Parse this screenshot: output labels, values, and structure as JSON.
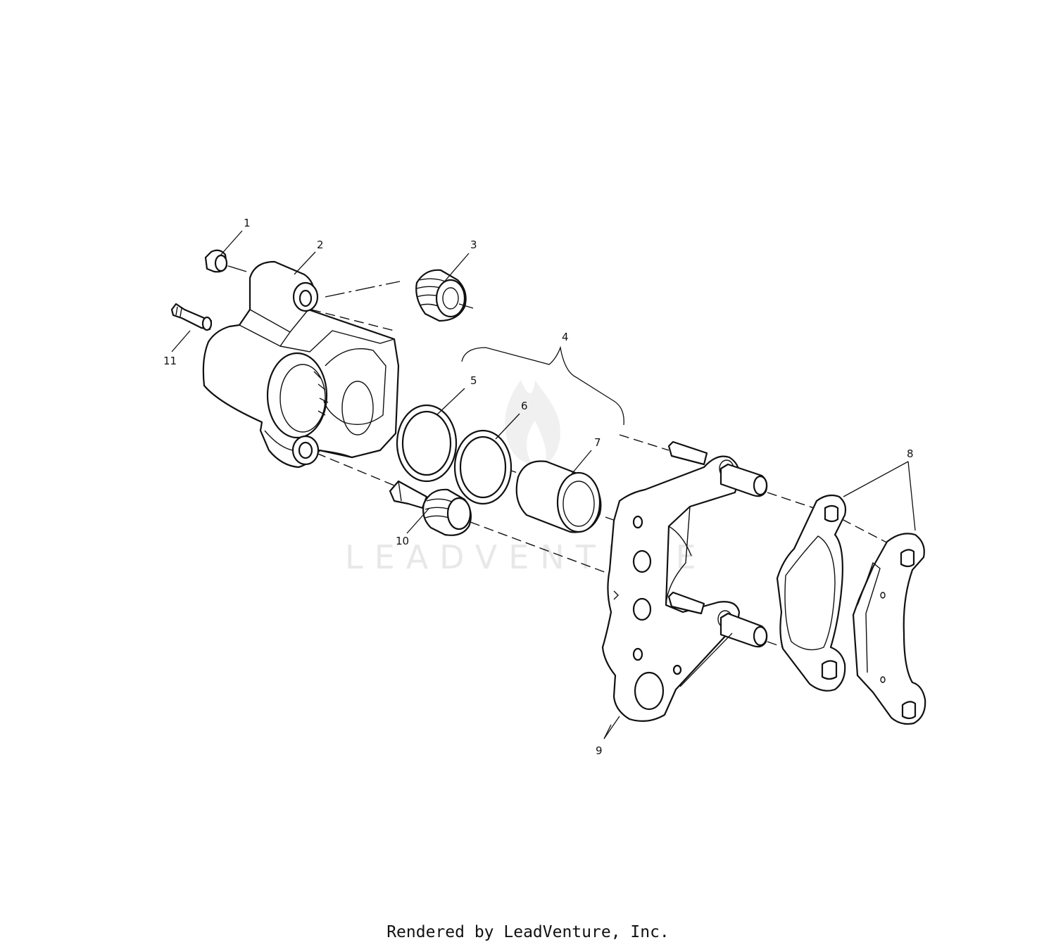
{
  "diagram": {
    "callouts": {
      "c1": "1",
      "c2": "2",
      "c3": "3",
      "c4": "4",
      "c5": "5",
      "c6": "6",
      "c7": "7",
      "c8": "8",
      "c9": "9",
      "c10": "10",
      "c11": "11"
    },
    "watermark": "LEADVENTURE"
  },
  "footer": {
    "text": "Rendered by LeadVenture, Inc."
  }
}
